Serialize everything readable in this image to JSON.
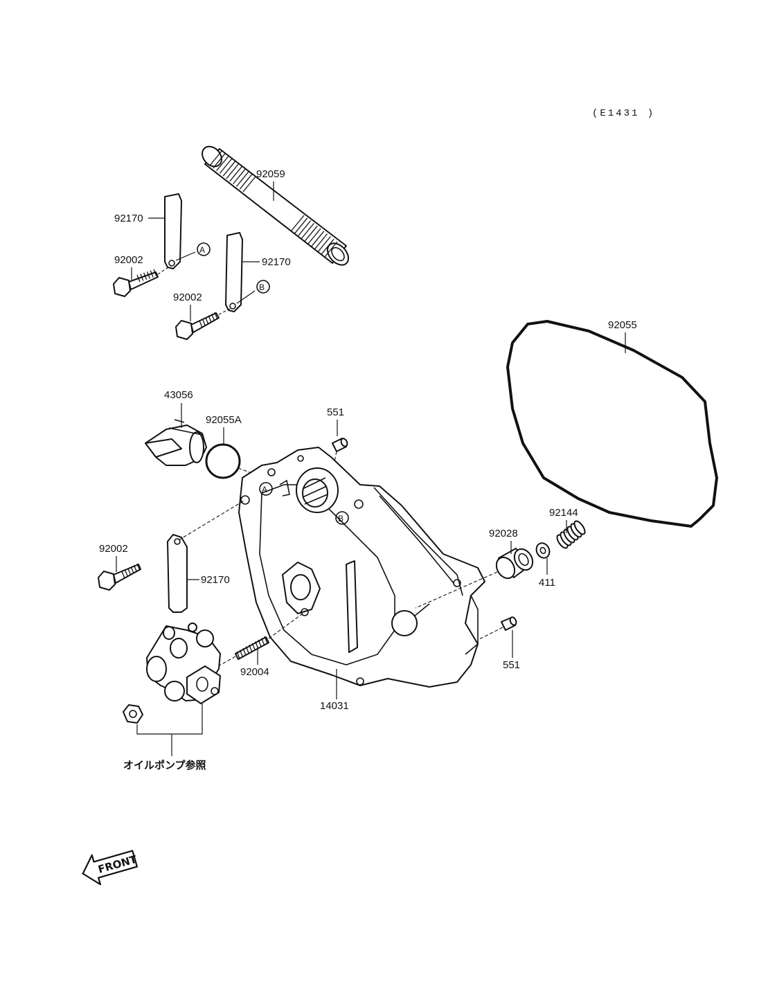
{
  "diagram_code": "(E1431 )",
  "labels": {
    "p92059": "92059",
    "p92170_a": "92170",
    "p92002_a": "92002",
    "p92170_b": "92170",
    "p92002_b": "92002",
    "p92055": "92055",
    "p43056": "43056",
    "p92055A": "92055A",
    "p551_top": "551",
    "p92002_c": "92002",
    "p92170_c": "92170",
    "p92144": "92144",
    "p92028": "92028",
    "p411": "411",
    "p551_right": "551",
    "p92004": "92004",
    "p14031": "14031"
  },
  "markers": {
    "a": "A",
    "b": "B"
  },
  "oil_pump_note": "オイルポンプ参照",
  "front_arrow": "FRONT"
}
